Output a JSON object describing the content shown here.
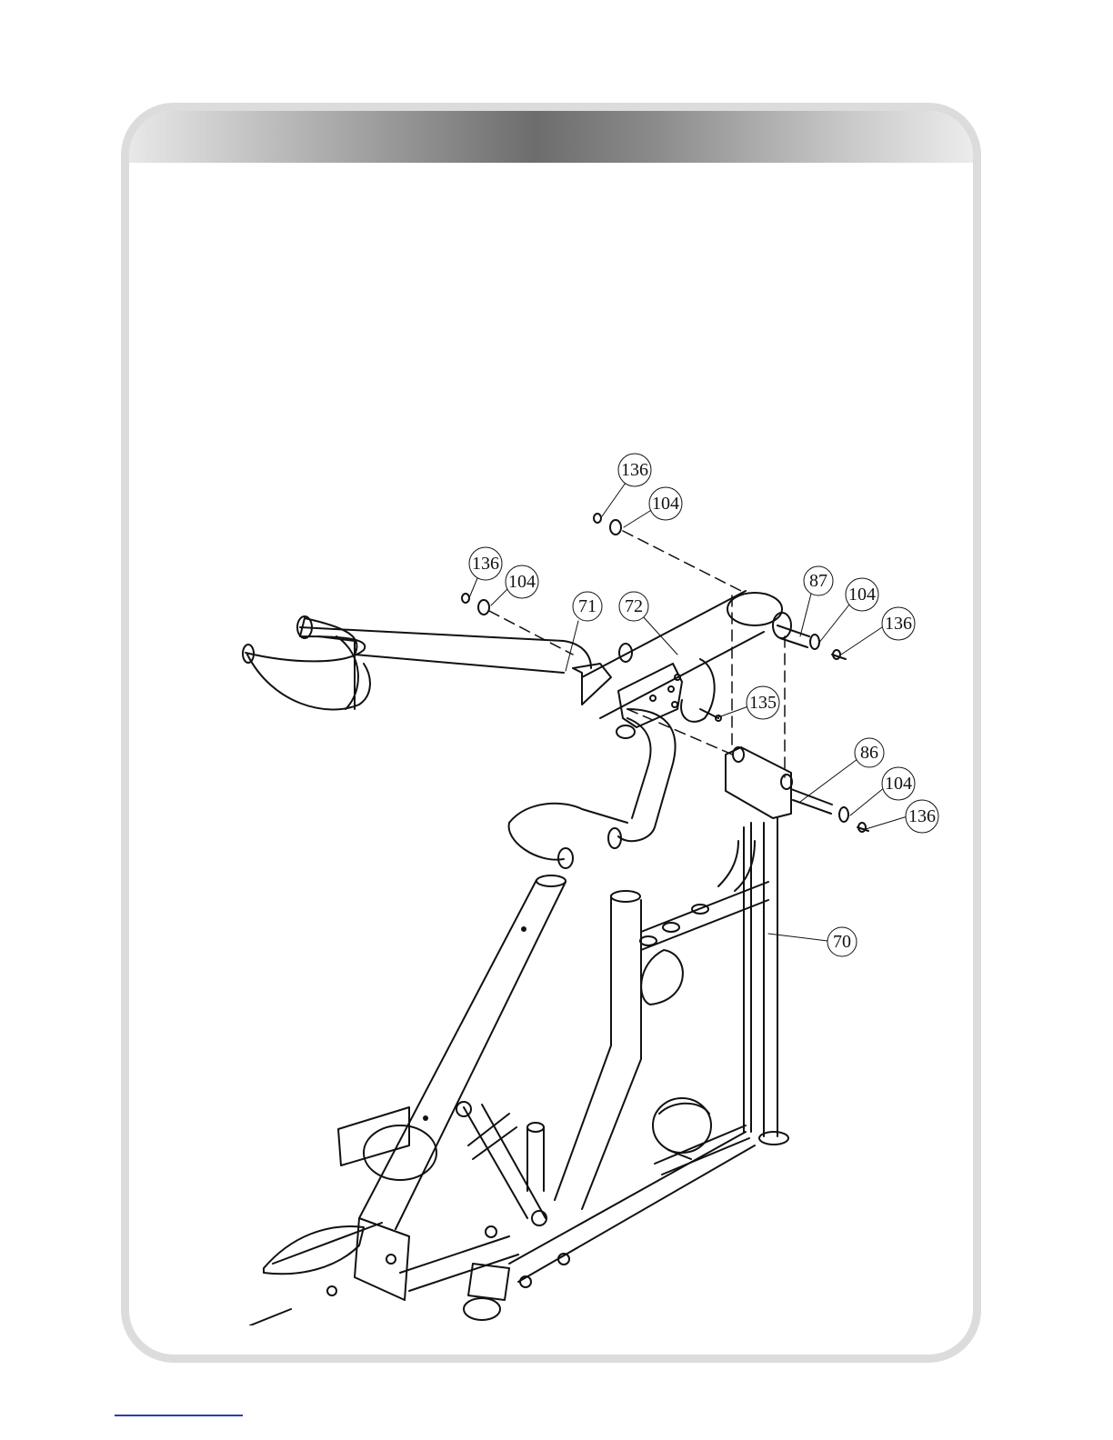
{
  "callouts": [
    {
      "id": "c136a",
      "label": "136"
    },
    {
      "id": "c104a",
      "label": "104"
    },
    {
      "id": "c136b",
      "label": "136"
    },
    {
      "id": "c104b",
      "label": "104"
    },
    {
      "id": "c71",
      "label": "71"
    },
    {
      "id": "c72",
      "label": "72"
    },
    {
      "id": "c87",
      "label": "87"
    },
    {
      "id": "c104c",
      "label": "104"
    },
    {
      "id": "c136c",
      "label": "136"
    },
    {
      "id": "c135",
      "label": "135"
    },
    {
      "id": "c86",
      "label": "86"
    },
    {
      "id": "c104d",
      "label": "104"
    },
    {
      "id": "c136d",
      "label": "136"
    },
    {
      "id": "c70",
      "label": "70"
    }
  ]
}
